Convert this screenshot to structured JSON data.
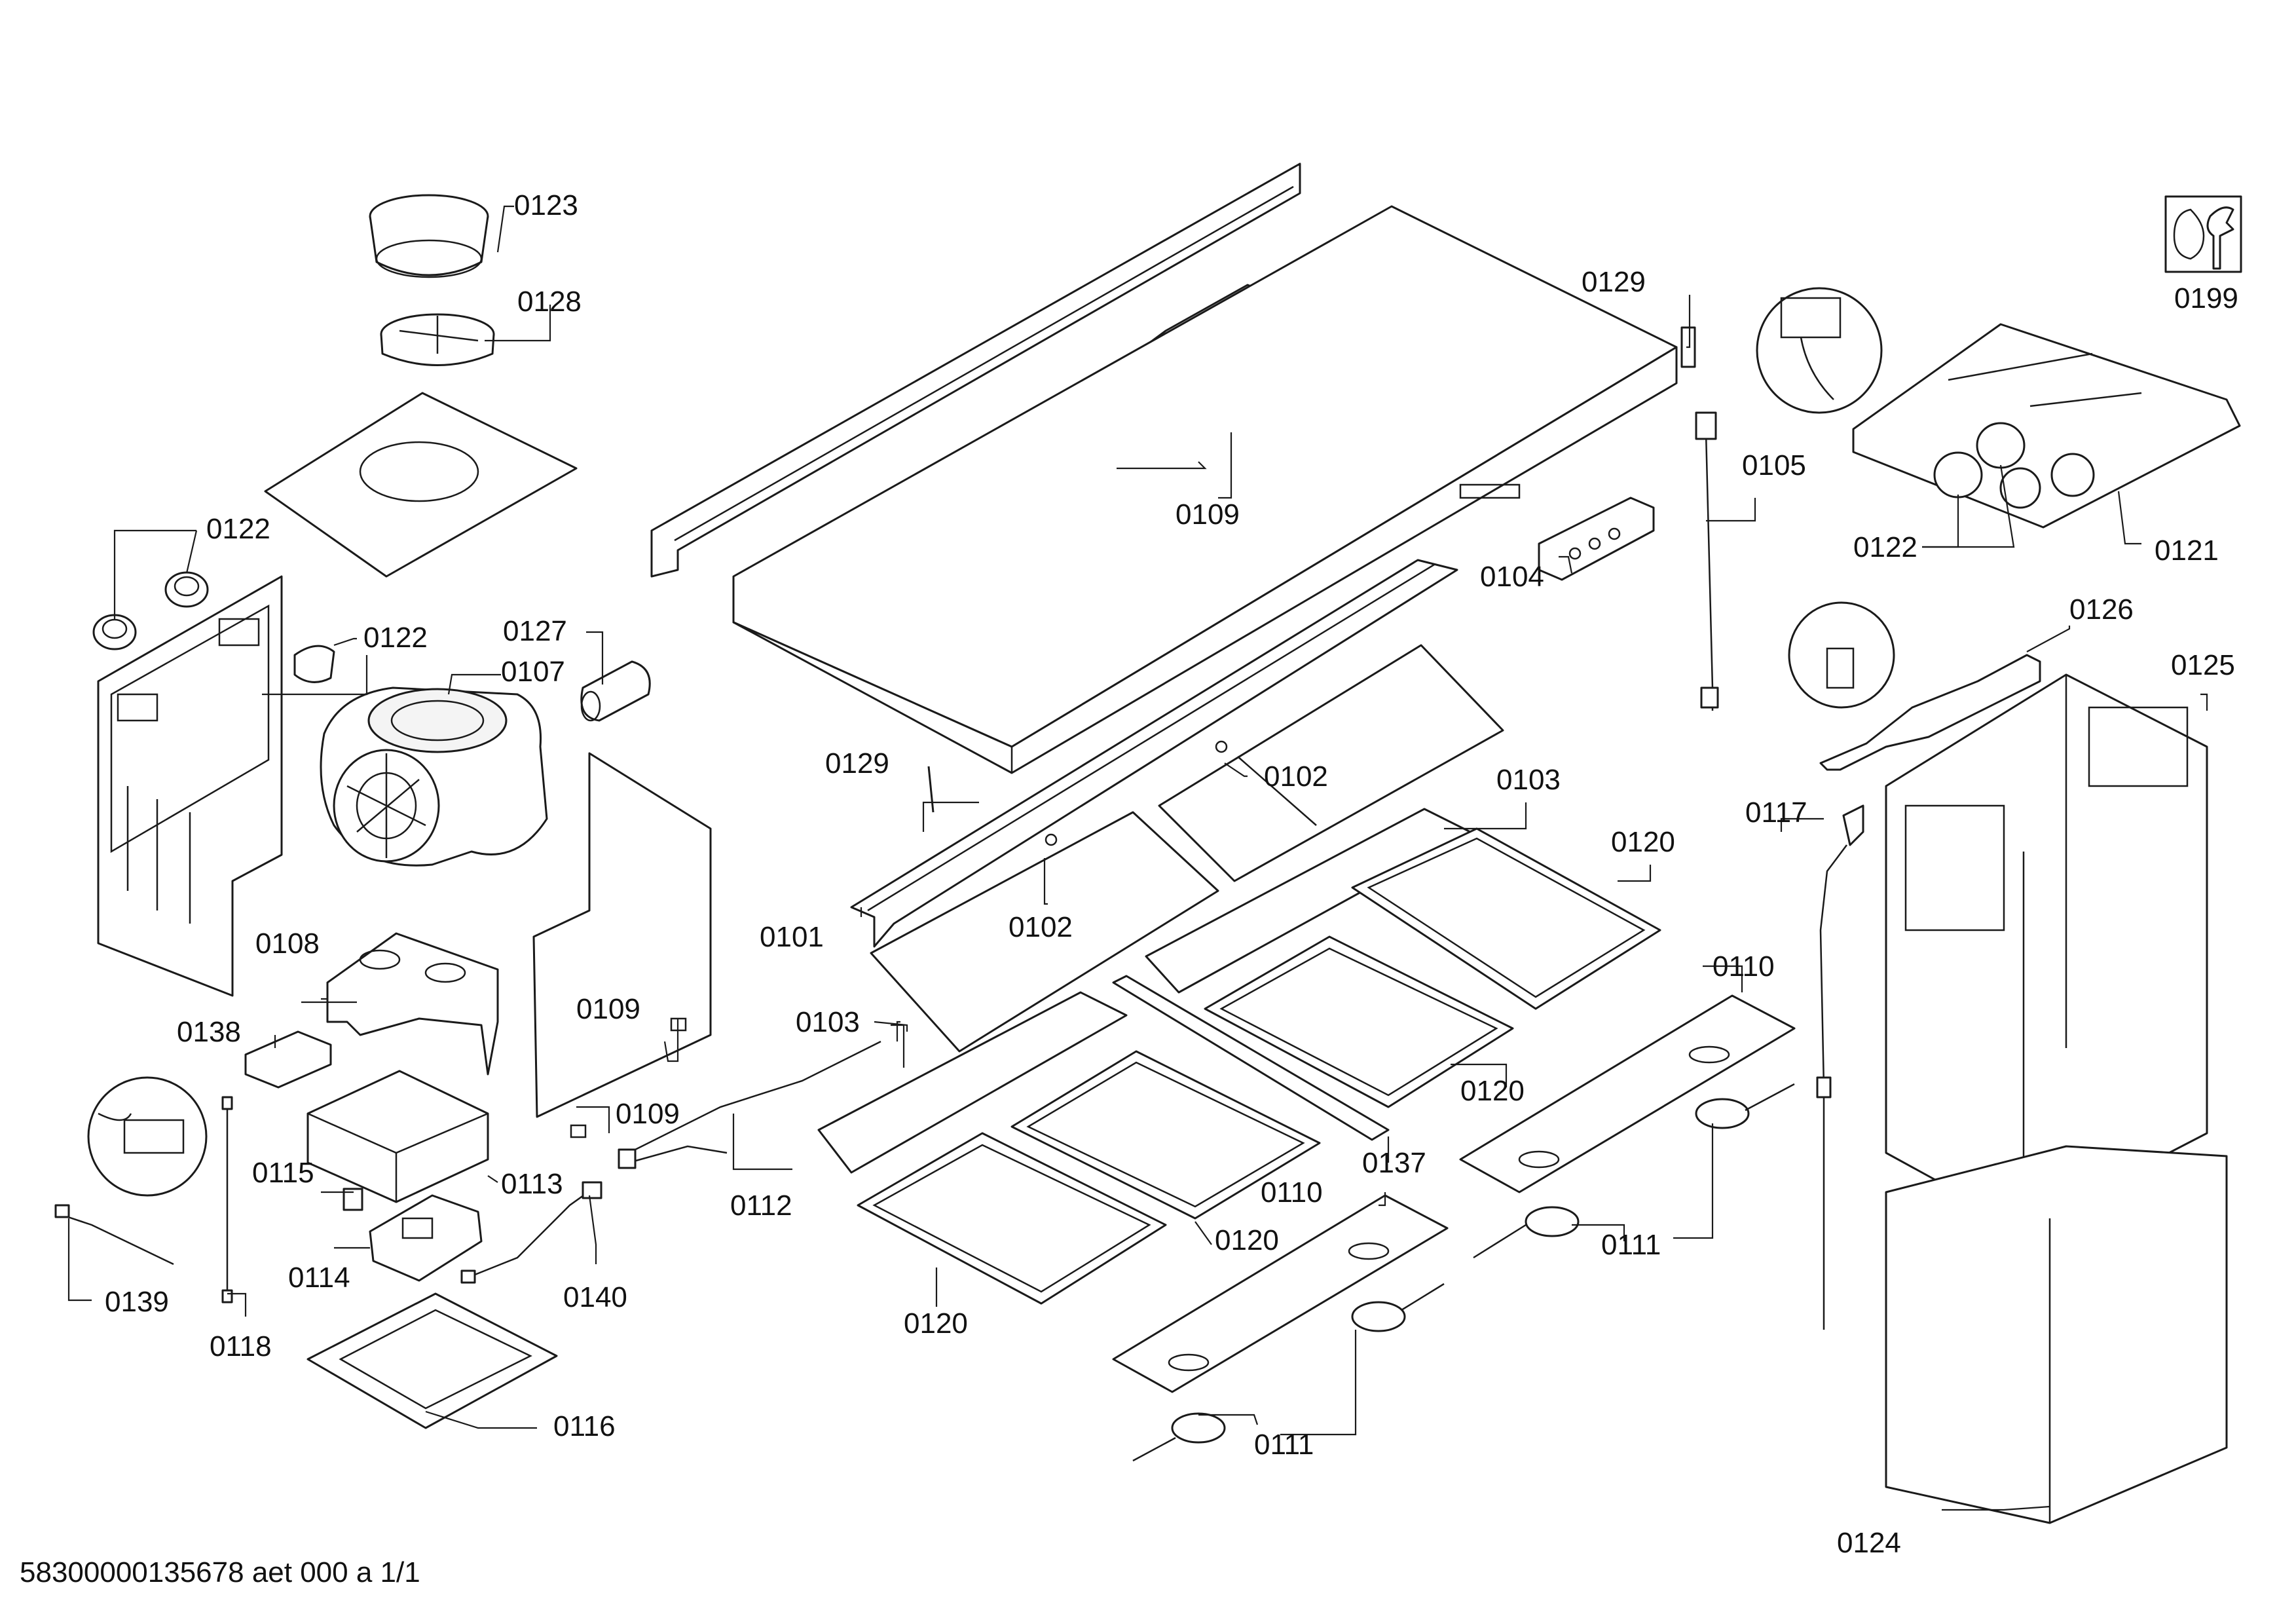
{
  "callouts": {
    "c0101": "0101",
    "c0102a": "0102",
    "c0102b": "0102",
    "c0103a": "0103",
    "c0103b": "0103",
    "c0104": "0104",
    "c0105": "0105",
    "c0107": "0107",
    "c0108": "0108",
    "c0109a": "0109",
    "c0109b": "0109",
    "c0109c": "0109",
    "c0110a": "0110",
    "c0110b": "0110",
    "c0111a": "0111",
    "c0111b": "0111",
    "c0112": "0112",
    "c0113": "0113",
    "c0114": "0114",
    "c0115": "0115",
    "c0116": "0116",
    "c0117": "0117",
    "c0118": "0118",
    "c0120a": "0120",
    "c0120b": "0120",
    "c0120c": "0120",
    "c0120d": "0120",
    "c0121": "0121",
    "c0122a": "0122",
    "c0122b": "0122",
    "c0122c": "0122",
    "c0123": "0123",
    "c0124": "0124",
    "c0125": "0125",
    "c0126": "0126",
    "c0127": "0127",
    "c0128": "0128",
    "c0129a": "0129",
    "c0129b": "0129",
    "c0137": "0137",
    "c0138": "0138",
    "c0139": "0139",
    "c0140": "0140",
    "c0199": "0199"
  },
  "footer": {
    "document_id": "58300000135678 aet 000 a 1/1"
  },
  "icons": {
    "service": "wrench-icon"
  }
}
